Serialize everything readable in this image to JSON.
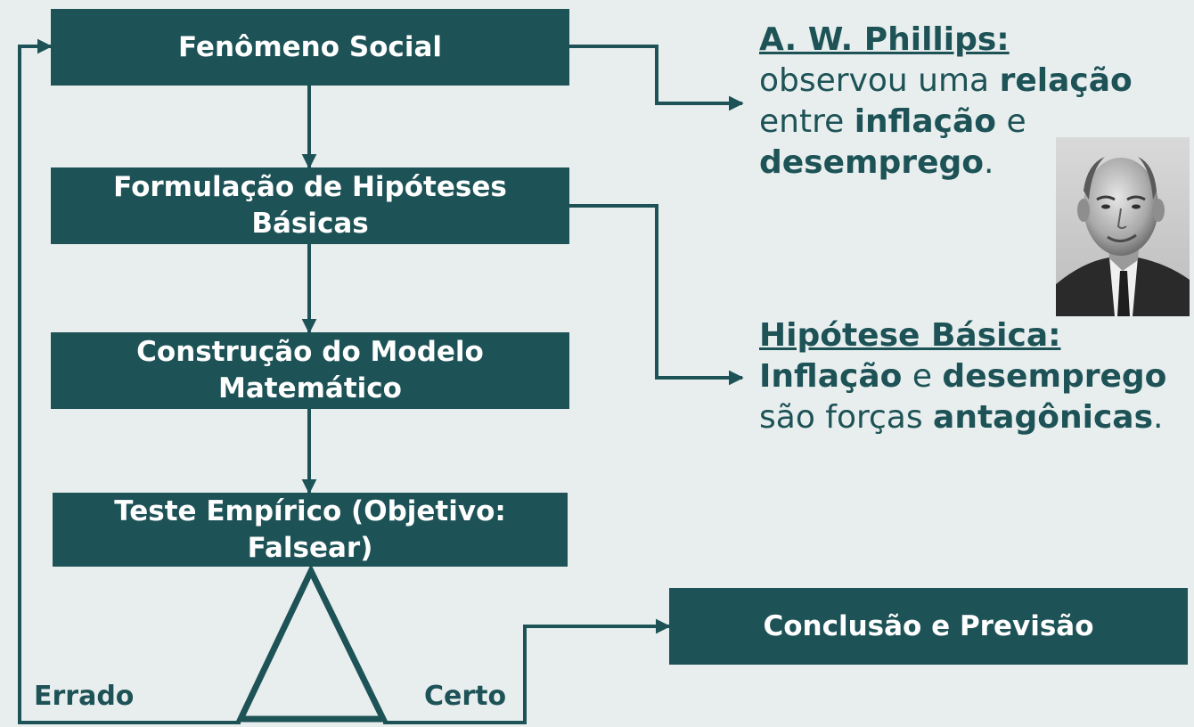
{
  "flow": {
    "box1": "Fenômeno Social",
    "box2_line1": "Formulação de Hipóteses",
    "box2_line2": "Básicas",
    "box3_line1": "Construção do Modelo",
    "box3_line2": "Matemático",
    "box4_line1": "Teste Empírico (Objetivo:",
    "box4_line2": "Falsear)",
    "conclusion": "Conclusão e Previsão",
    "wrong_label": "Errado",
    "right_label": "Certo"
  },
  "phillips": {
    "title": "A. W. Phillips:",
    "l1_a": "observou uma ",
    "l1_b": "relação",
    "l2_a": "entre ",
    "l2_b": "inflação",
    "l2_c": " e",
    "l3_a": "desemprego",
    "l3_b": "."
  },
  "hypothesis": {
    "title": "Hipótese Básica:",
    "l1_a": "Inflação",
    "l1_b": " e ",
    "l1_c": "desemprego",
    "l2_a": "são forças ",
    "l2_b": "antagônicas",
    "l2_c": "."
  },
  "colors": {
    "primary": "#1d5256",
    "background": "#e8eeee",
    "box_text": "#ffffff"
  },
  "icons": {
    "decision": "triangle-decision-icon",
    "portrait": "portrait-photo"
  }
}
